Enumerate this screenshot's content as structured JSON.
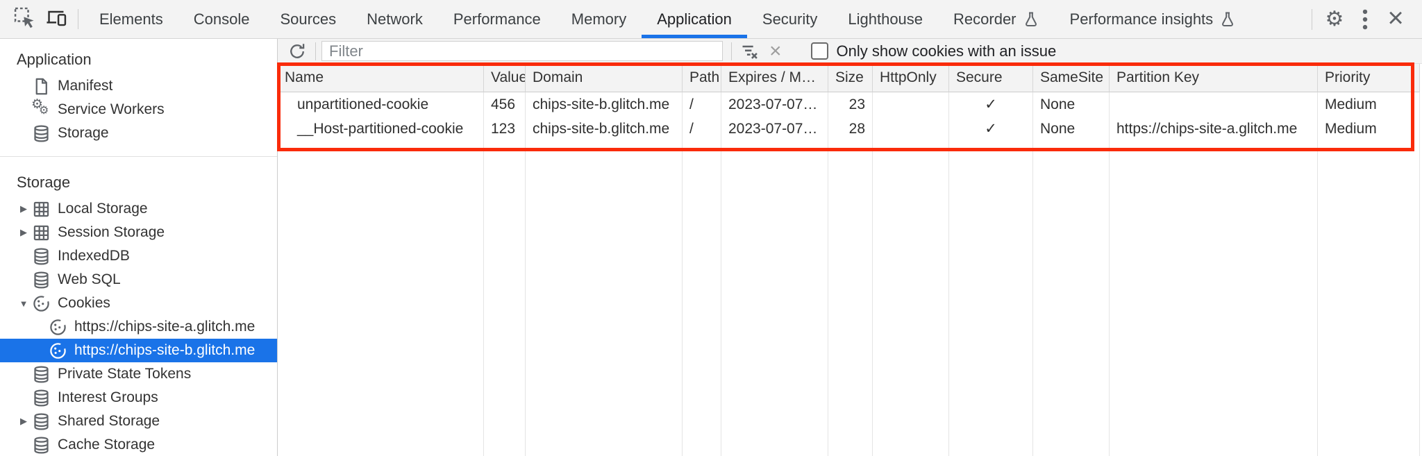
{
  "colors": {
    "accent_blue": "#1a73e8",
    "selection_blue": "#1a73e8",
    "annotation_red": "#fa2b0a",
    "toolbar_bg": "#f3f3f3",
    "stripe_row": "#f1f3f4"
  },
  "tabbar": {
    "tabs": [
      {
        "label": "Elements"
      },
      {
        "label": "Console"
      },
      {
        "label": "Sources"
      },
      {
        "label": "Network"
      },
      {
        "label": "Performance"
      },
      {
        "label": "Memory"
      },
      {
        "label": "Application"
      },
      {
        "label": "Security"
      },
      {
        "label": "Lighthouse"
      },
      {
        "label": "Recorder"
      },
      {
        "label": "Performance insights"
      }
    ],
    "selected_tab": "Application"
  },
  "sidebar": {
    "section_application": "Application",
    "section_storage": "Storage",
    "items": [
      {
        "label": "Manifest"
      },
      {
        "label": "Service Workers"
      },
      {
        "label": "Storage"
      },
      {
        "label": "Local Storage"
      },
      {
        "label": "Session Storage"
      },
      {
        "label": "IndexedDB"
      },
      {
        "label": "Web SQL"
      },
      {
        "label": "Cookies"
      },
      {
        "label": "https://chips-site-a.glitch.me"
      },
      {
        "label": "https://chips-site-b.glitch.me"
      },
      {
        "label": "Private State Tokens"
      },
      {
        "label": "Interest Groups"
      },
      {
        "label": "Shared Storage"
      },
      {
        "label": "Cache Storage"
      }
    ],
    "selected_item": "https://chips-site-b.glitch.me",
    "arrows": {
      "collapsed": "▶",
      "expanded": "▼"
    }
  },
  "filterbar": {
    "placeholder": "Filter",
    "only_issue_label": "Only show cookies with an issue",
    "checkbox_checked": false
  },
  "table": {
    "columns": {
      "name": "Name",
      "value": "Value",
      "domain": "Domain",
      "path": "Path",
      "expires": "Expires / M…",
      "size": "Size",
      "http_only": "HttpOnly",
      "secure": "Secure",
      "same_site": "SameSite",
      "partition_key": "Partition Key",
      "priority": "Priority"
    },
    "rows": [
      {
        "name": "unpartitioned-cookie",
        "value": "456",
        "domain": "chips-site-b.glitch.me",
        "path": "/",
        "expires": "2023-07-07…",
        "size": "23",
        "http_only": "",
        "secure": "✓",
        "same_site": "None",
        "partition_key": "",
        "priority": "Medium"
      },
      {
        "name": "__Host-partitioned-cookie",
        "value": "123",
        "domain": "chips-site-b.glitch.me",
        "path": "/",
        "expires": "2023-07-07…",
        "size": "28",
        "http_only": "",
        "secure": "✓",
        "same_site": "None",
        "partition_key": "https://chips-site-a.glitch.me",
        "priority": "Medium"
      }
    ]
  }
}
